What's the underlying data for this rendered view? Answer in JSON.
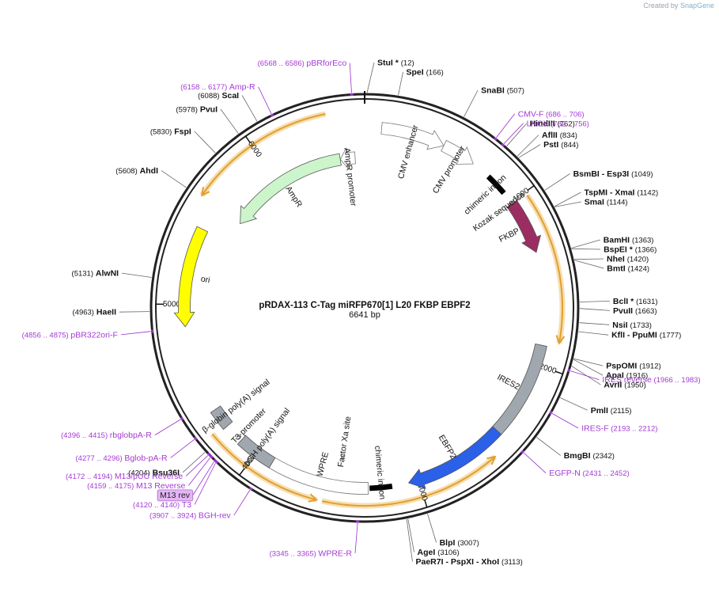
{
  "watermark": {
    "created_by": "Created by",
    "brand": "SnapGene"
  },
  "plasmid": {
    "name": "pRDAX-113    C-Tag miRFP670[1] L20 FKBP EBPF2",
    "length_label": "6641 bp",
    "length": 6641
  },
  "ticks": [
    {
      "pos": 1000,
      "label": "1000"
    },
    {
      "pos": 2000,
      "label": "2000"
    },
    {
      "pos": 3000,
      "label": "3000"
    },
    {
      "pos": 4000,
      "label": "4000"
    },
    {
      "pos": 5000,
      "label": "5000"
    },
    {
      "pos": 6000,
      "label": "6000"
    }
  ],
  "features": [
    {
      "name": "CMV enhancer",
      "start": 100,
      "end": 480,
      "color": "#ffffff",
      "direction": "forward",
      "track": "inner1"
    },
    {
      "name": "CMV promoter",
      "start": 480,
      "end": 683,
      "color": "#ffffff",
      "direction": "forward",
      "track": "inner1"
    },
    {
      "name": "chimeric intron",
      "start": 800,
      "end": 930,
      "color": "#000000",
      "direction": "none",
      "track": "inner1"
    },
    {
      "name": "Kozak sequence",
      "start": 1000,
      "end": 1010,
      "color": "#ffffff",
      "direction": "none",
      "track": "inner1"
    },
    {
      "name": "FKBP",
      "start": 1010,
      "end": 1330,
      "color": "#9b2d62",
      "direction": "forward",
      "track": "inner1"
    },
    {
      "name": "IRES2",
      "start": 1880,
      "end": 2450,
      "color": "#a0a7ae",
      "direction": "none",
      "track": "inner1"
    },
    {
      "name": "EBFP2",
      "start": 2450,
      "end": 3060,
      "color": "#2b60e8",
      "direction": "forward",
      "track": "inner1"
    },
    {
      "name": "chimeric intron",
      "start": 3160,
      "end": 3290,
      "color": "#000000",
      "direction": "none",
      "track": "inner1"
    },
    {
      "name": "WPRE",
      "start": 3300,
      "end": 3890,
      "color": "#ffffff",
      "direction": "none",
      "track": "inner1"
    },
    {
      "name": "bGH poly(A) signal",
      "start": 3890,
      "end": 4114,
      "color": "#a0a7ae",
      "direction": "none",
      "track": "inner1"
    },
    {
      "name": "Factor Xa site",
      "start": 3470,
      "end": 3482,
      "color": "#ffffff",
      "direction": "none",
      "track": "inner2"
    },
    {
      "name": "T3 promoter",
      "start": 4130,
      "end": 4148,
      "color": "#ffffff",
      "direction": "forward",
      "track": "inner1"
    },
    {
      "name": "β-globin poly(A) signal",
      "start": 4230,
      "end": 4350,
      "color": "#a0a7ae",
      "direction": "none",
      "track": "inner1"
    },
    {
      "name": "ori",
      "start": 4870,
      "end": 5458,
      "color": "#ffff00",
      "direction": "reverse",
      "track": "inner1"
    },
    {
      "name": "AmpR",
      "start": 5609,
      "end": 6469,
      "color": "#ccf5cc",
      "direction": "reverse",
      "track": "inner2"
    },
    {
      "name": "AmpR promoter",
      "start": 6470,
      "end": 6574,
      "color": "#ffffff",
      "direction": "reverse",
      "track": "inner2"
    }
  ],
  "orfs": [
    {
      "start": 1020,
      "end": 1850,
      "direction": "forward"
    },
    {
      "start": 2560,
      "end": 3550,
      "direction": "reverse"
    },
    {
      "start": 3580,
      "end": 4250,
      "direction": "reverse"
    },
    {
      "start": 5620,
      "end": 6430,
      "direction": "reverse"
    }
  ],
  "enzymes": [
    {
      "name": "StuI *",
      "site": "(12)",
      "pos": 12,
      "anchor": "start"
    },
    {
      "name": "SpeI",
      "site": "(166)",
      "pos": 166,
      "anchor": "start"
    },
    {
      "name": "SnaBI",
      "site": "(507)",
      "pos": 507,
      "anchor": "start"
    },
    {
      "name": "HindIII",
      "site": "(762)",
      "pos": 762,
      "anchor": "start"
    },
    {
      "name": "AflII",
      "site": "(834)",
      "pos": 834,
      "anchor": "start"
    },
    {
      "name": "PstI",
      "site": "(844)",
      "pos": 844,
      "anchor": "start"
    },
    {
      "name": "BsmBI   - Esp3I",
      "site": "(1049)",
      "pos": 1049,
      "anchor": "start"
    },
    {
      "name": "TspMI   - XmaI",
      "site": "(1142)",
      "pos": 1142,
      "anchor": "start"
    },
    {
      "name": "SmaI",
      "site": "(1144)",
      "pos": 1144,
      "anchor": "start"
    },
    {
      "name": "BamHI",
      "site": "(1363)",
      "pos": 1363,
      "anchor": "start"
    },
    {
      "name": "BspEI *",
      "site": "(1366)",
      "pos": 1366,
      "anchor": "start"
    },
    {
      "name": "NheI",
      "site": "(1420)",
      "pos": 1420,
      "anchor": "start"
    },
    {
      "name": "BmtI",
      "site": "(1424)",
      "pos": 1424,
      "anchor": "start"
    },
    {
      "name": "BclI *",
      "site": "(1631)",
      "pos": 1631,
      "anchor": "start"
    },
    {
      "name": "PvuII",
      "site": "(1663)",
      "pos": 1663,
      "anchor": "start"
    },
    {
      "name": "NsiI",
      "site": "(1733)",
      "pos": 1733,
      "anchor": "start"
    },
    {
      "name": "KflI   - PpuMI",
      "site": "(1777)",
      "pos": 1777,
      "anchor": "start"
    },
    {
      "name": "PspOMI",
      "site": "(1912)",
      "pos": 1912,
      "anchor": "start"
    },
    {
      "name": "ApaI",
      "site": "(1916)",
      "pos": 1916,
      "anchor": "start"
    },
    {
      "name": "AvrII",
      "site": "(1950)",
      "pos": 1950,
      "anchor": "start"
    },
    {
      "name": "PmlI",
      "site": "(2115)",
      "pos": 2115,
      "anchor": "start"
    },
    {
      "name": "BmgBI",
      "site": "(2342)",
      "pos": 2342,
      "anchor": "start"
    },
    {
      "name": "BlpI",
      "site": "(3007)",
      "pos": 3007,
      "anchor": "start"
    },
    {
      "name": "AgeI",
      "site": "(3106)",
      "pos": 3106,
      "anchor": "start"
    },
    {
      "name": "PaeR7I   - PspXI   - XhoI",
      "site": "(3113)",
      "pos": 3113,
      "anchor": "start"
    },
    {
      "name": "Bsu36I",
      "site": "(4204)",
      "pos": 4204,
      "anchor": "end"
    },
    {
      "name": "HaeII",
      "site": "(4963)",
      "pos": 4963,
      "anchor": "end"
    },
    {
      "name": "AlwNI",
      "site": "(5131)",
      "pos": 5131,
      "anchor": "end"
    },
    {
      "name": "AhdI",
      "site": "(5608)",
      "pos": 5608,
      "anchor": "end"
    },
    {
      "name": "FspI",
      "site": "(5830)",
      "pos": 5830,
      "anchor": "end"
    },
    {
      "name": "PvuI",
      "site": "(5978)",
      "pos": 5978,
      "anchor": "end"
    },
    {
      "name": "ScaI",
      "site": "(6088)",
      "pos": 6088,
      "anchor": "end"
    }
  ],
  "primers": [
    {
      "name": "pBRforEco",
      "range": "(6568 .. 6586)",
      "pos": 6577,
      "anchor": "end"
    },
    {
      "name": "Amp-R",
      "range": "(6158 .. 6177)",
      "pos": 6167,
      "anchor": "end"
    },
    {
      "name": "CMV-F",
      "range": "(686 .. 706)",
      "pos": 696,
      "anchor": "start"
    },
    {
      "name": "LNCX",
      "range": "(732 .. 756)",
      "pos": 744,
      "anchor": "start"
    },
    {
      "name": "IRES reverse",
      "range": "(1966 .. 1983)",
      "pos": 1974,
      "anchor": "start"
    },
    {
      "name": "IRES-F",
      "range": "(2193 .. 2212)",
      "pos": 2202,
      "anchor": "start"
    },
    {
      "name": "EGFP-N",
      "range": "(2431 .. 2452)",
      "pos": 2441,
      "anchor": "start"
    },
    {
      "name": "WPRE-R",
      "range": "(3345 .. 3365)",
      "pos": 3355,
      "anchor": "end"
    },
    {
      "name": "BGH-rev",
      "range": "(3907 .. 3924)",
      "pos": 3915,
      "anchor": "end"
    },
    {
      "name": "T3",
      "range": "(4120 .. 4140)",
      "pos": 4130,
      "anchor": "end"
    },
    {
      "name": "M13 rev",
      "range": "",
      "pos": 4140,
      "anchor": "end",
      "boxed": true
    },
    {
      "name": "M13 Reverse",
      "range": "(4159 .. 4175)",
      "pos": 4167,
      "anchor": "end"
    },
    {
      "name": "M13/pUC Reverse",
      "range": "(4172 .. 4194)",
      "pos": 4183,
      "anchor": "end"
    },
    {
      "name": "Bglob-pA-R",
      "range": "(4277 .. 4296)",
      "pos": 4286,
      "anchor": "end"
    },
    {
      "name": "rbglobpA-R",
      "range": "(4396 .. 4415)",
      "pos": 4405,
      "anchor": "end"
    },
    {
      "name": "pBR322ori-F",
      "range": "(4856 .. 4875)",
      "pos": 4865,
      "anchor": "end"
    }
  ],
  "colors": {
    "backbone": "#222222",
    "enzyme_text": "#111111",
    "primer_text": "#a43ad6",
    "primer_mark": "#9b30d0",
    "orf": "#e0a030",
    "m13_box": "#e4b4f4"
  }
}
